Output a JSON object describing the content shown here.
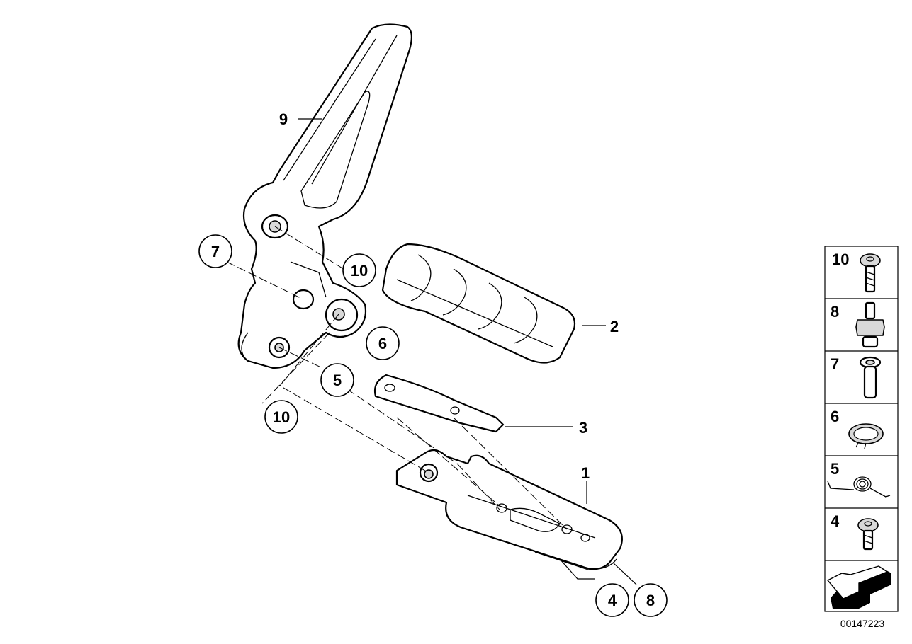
{
  "callouts": {
    "c1": "1",
    "c2": "2",
    "c3": "3",
    "c4": "4",
    "c5": "5",
    "c6": "6",
    "c7": "7",
    "c8": "8",
    "c9": "9",
    "c10a": "10",
    "c10b": "10"
  },
  "legend": {
    "items": [
      {
        "label": "10",
        "icon": "torx-bolt-icon"
      },
      {
        "label": "8",
        "icon": "pivot-bolt-icon"
      },
      {
        "label": "7",
        "icon": "pin-icon"
      },
      {
        "label": "6",
        "icon": "circlip-icon"
      },
      {
        "label": "5",
        "icon": "torsion-spring-icon"
      },
      {
        "label": "4",
        "icon": "screw-icon"
      }
    ],
    "direction_icon": "direction-arrow-icon"
  },
  "doc_id": "00147223"
}
